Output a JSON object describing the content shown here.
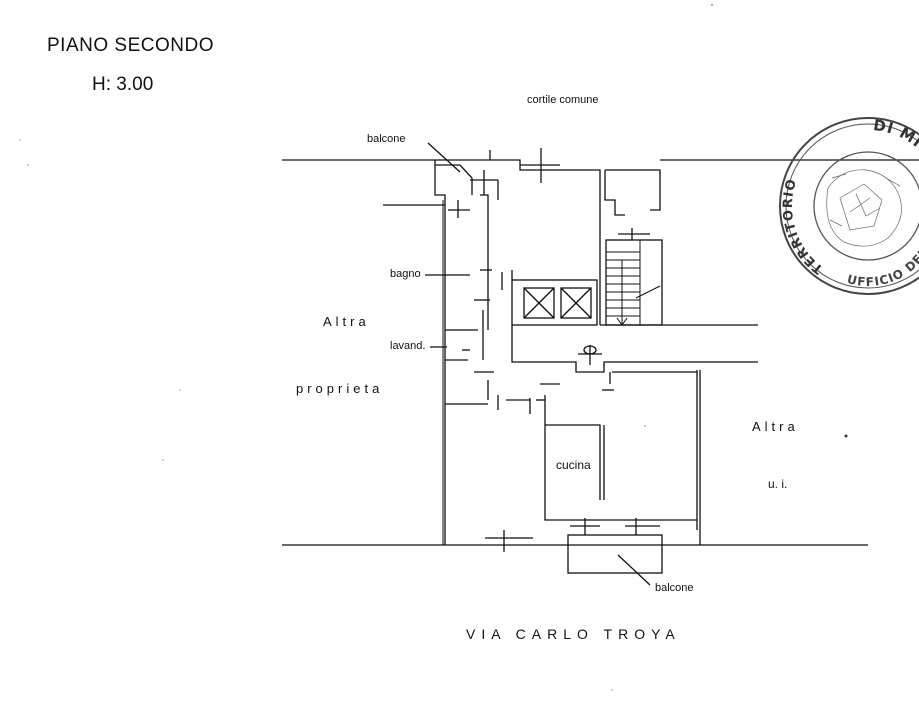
{
  "header": {
    "floor": "PIANO SECONDO",
    "height": "H: 3.00"
  },
  "labels": {
    "courtyard": "cortile comune",
    "balcony_top": "balcone",
    "bathroom": "bagno",
    "laundry": "lavand.",
    "other_property_1": "Altra",
    "other_property_2": "proprieta",
    "kitchen": "cucina",
    "other_unit_1": "Altra",
    "other_unit_2": "u. i.",
    "balcony_bottom": "balcone",
    "street": "VIA CARLO TROYA"
  },
  "stamp": {
    "top_text": "DI MILANO",
    "left_text": "TERRITORIO",
    "bottom_text": "UFFICIO DEL"
  }
}
